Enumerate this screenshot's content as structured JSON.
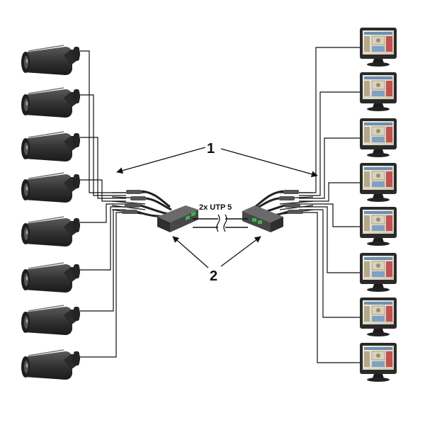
{
  "labels": {
    "callout_1": "1",
    "callout_2": "2",
    "cable": "2x UTP 5"
  },
  "cameras": [
    {
      "id": "cam-1"
    },
    {
      "id": "cam-2"
    },
    {
      "id": "cam-3"
    },
    {
      "id": "cam-4"
    },
    {
      "id": "cam-5"
    },
    {
      "id": "cam-6"
    },
    {
      "id": "cam-7"
    },
    {
      "id": "cam-8"
    }
  ],
  "monitors": [
    {
      "id": "mon-1"
    },
    {
      "id": "mon-2"
    },
    {
      "id": "mon-3"
    },
    {
      "id": "mon-4"
    },
    {
      "id": "mon-5"
    },
    {
      "id": "mon-6"
    },
    {
      "id": "mon-7"
    },
    {
      "id": "mon-8"
    }
  ],
  "colors": {
    "camera_body": "#3a3a3a",
    "camera_dark": "#1e1e1e",
    "monitor_frame": "#2a2a2a",
    "transceiver": "#4a4a4a",
    "terminal": "#3cb44b",
    "wire": "#111111"
  },
  "icons": {
    "camera": "bullet-camera-icon",
    "monitor": "monitor-icon",
    "transceiver": "video-balun-icon"
  }
}
